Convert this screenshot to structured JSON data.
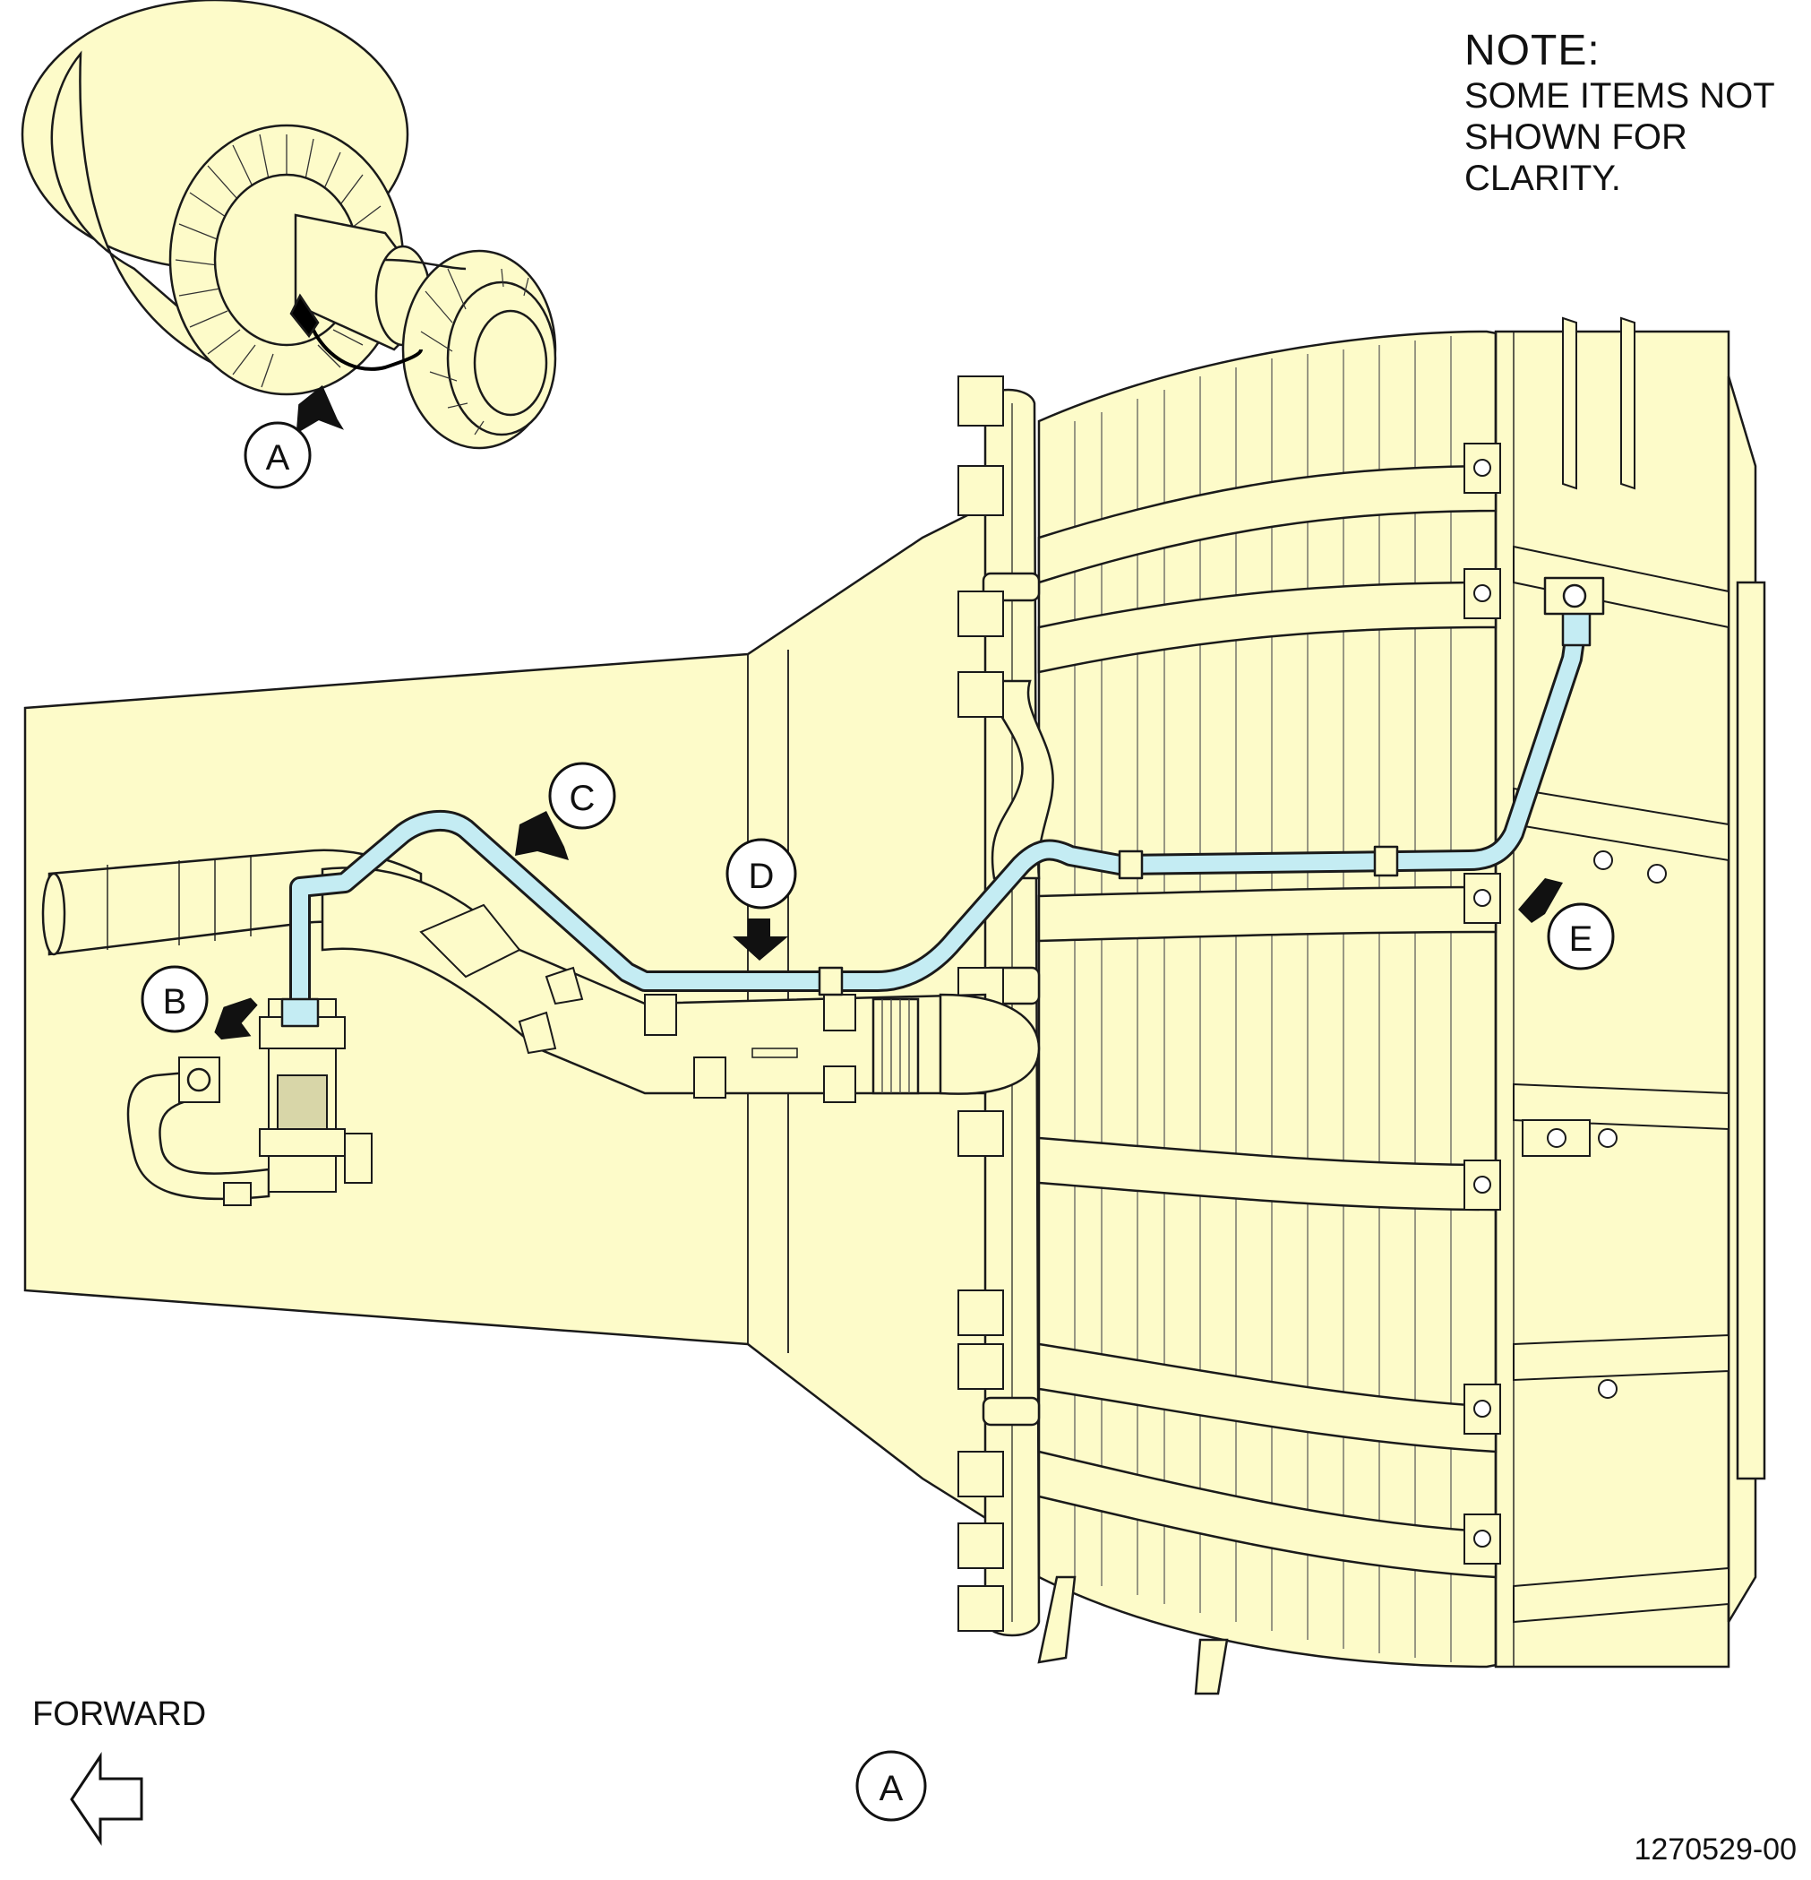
{
  "note": {
    "title": "NOTE:",
    "lines": [
      "SOME ITEMS NOT",
      "SHOWN FOR CLARITY."
    ]
  },
  "callouts": {
    "A_small": "A",
    "B": "B",
    "C": "C",
    "D": "D",
    "E": "E",
    "A_view": "A"
  },
  "forward_label": "FORWARD",
  "figure_number": "1270529-00",
  "colors": {
    "part_fill": "#fdfbc9",
    "highlight_tube": "#c4ecf3",
    "line": "#1a1a1a",
    "background": "#ffffff"
  },
  "icons": [
    "forward-arrow-icon",
    "direction-arrow-icon"
  ]
}
